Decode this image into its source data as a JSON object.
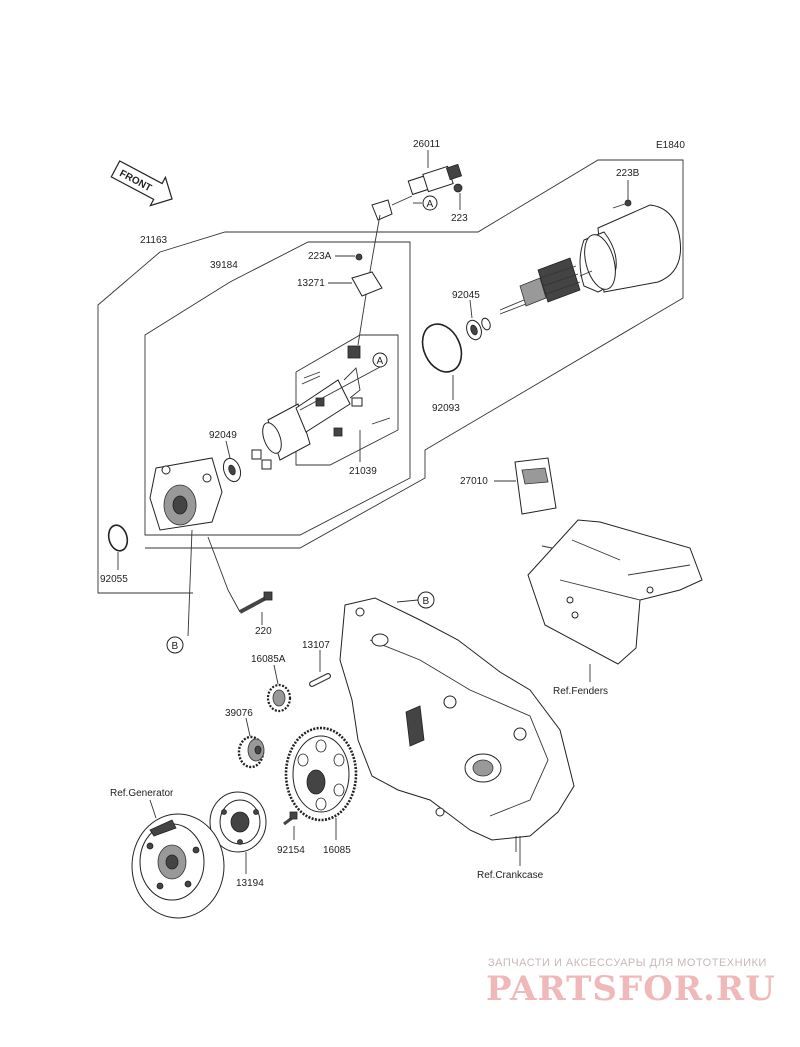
{
  "diagram": {
    "code": "E1840",
    "front_label": "FRONT",
    "callout_a": "A",
    "callout_b": "B",
    "part_numbers": {
      "p26011": "26011",
      "p223": "223",
      "p223B": "223B",
      "p21163": "21163",
      "p39184": "39184",
      "p223A": "223A",
      "p13271": "13271",
      "p92045": "92045",
      "p92093": "92093",
      "p92049": "92049",
      "p21039": "21039",
      "p27010": "27010",
      "p92055": "92055",
      "p220": "220",
      "p13107": "13107",
      "p16085A": "16085A",
      "p39076": "39076",
      "p92154": "92154",
      "p16085": "16085",
      "p13194": "13194"
    },
    "refs": {
      "fenders": "Ref.Fenders",
      "generator": "Ref.Generator",
      "crankcase": "Ref.Crankcase"
    }
  },
  "watermark": {
    "tagline": "ЗАПЧАСТИ И АКСЕССУАРЫ ДЛЯ МОТОТЕХНИКИ",
    "brand": "PARTSFOR.RU"
  }
}
